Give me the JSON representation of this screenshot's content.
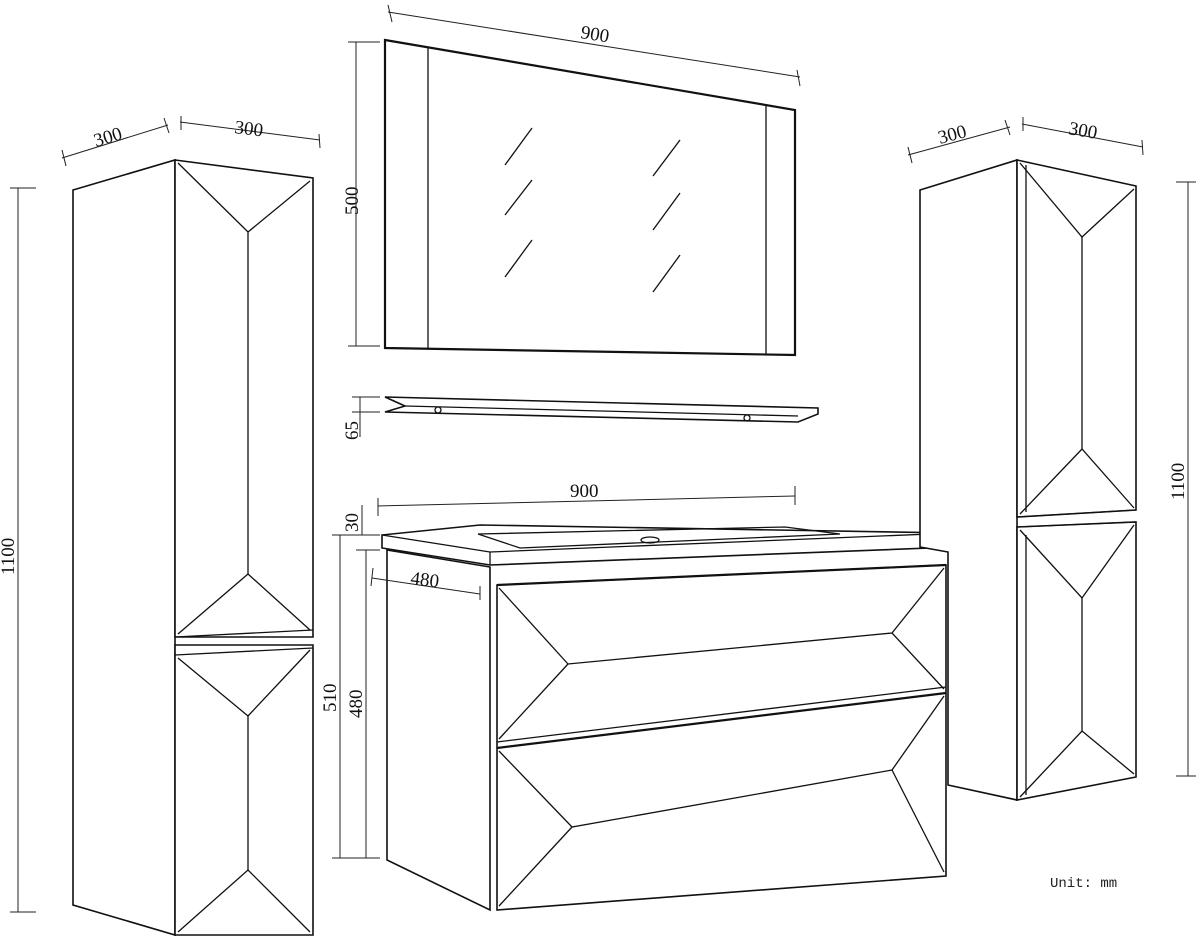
{
  "colors": {
    "line": "#111111",
    "background": "#ffffff"
  },
  "dimensions": {
    "left_cabinet_depth": "300",
    "left_cabinet_width": "300",
    "left_cabinet_height": "1100",
    "mirror_width": "900",
    "mirror_height": "500",
    "shelf_height": "65",
    "vanity_width": "900",
    "countertop_thickness": "30",
    "vanity_depth": "480",
    "vanity_total_height": "510",
    "vanity_body_height": "480",
    "right_cabinet_depth": "300",
    "right_cabinet_width": "300",
    "right_cabinet_height": "1100"
  },
  "unit_note": "Unit: mm"
}
